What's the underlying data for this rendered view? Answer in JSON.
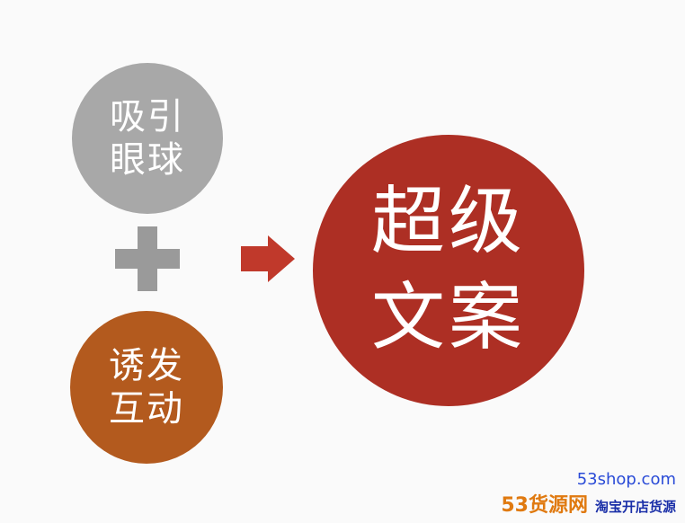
{
  "diagram": {
    "top_circle": {
      "lines": [
        "吸引",
        "眼球"
      ],
      "color": "#a8a8a8"
    },
    "plus_icon": "plus-icon",
    "bottom_circle": {
      "lines": [
        "诱发",
        "互动"
      ],
      "color": "#b35a1e"
    },
    "arrow_icon": "arrow-right-icon",
    "result_circle": {
      "lines": [
        "超级",
        "文案"
      ],
      "color": "#ad2f24"
    }
  },
  "watermark": {
    "url": "53shop.com",
    "brand": "53货源网",
    "tagline": "淘宝开店货源"
  }
}
